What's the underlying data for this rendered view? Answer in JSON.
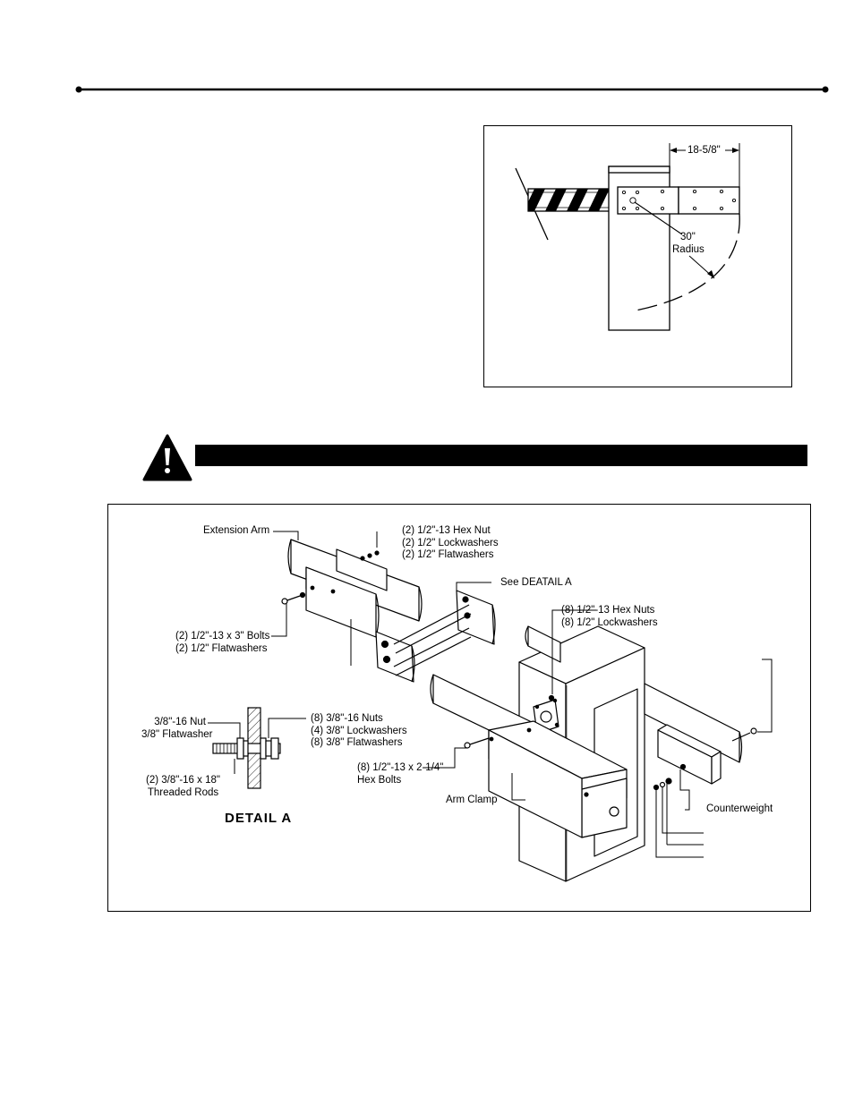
{
  "top_diagram": {
    "dimension_label": "18-5/8\"",
    "radius_value": "30\"",
    "radius_word": "Radius"
  },
  "warning": {
    "icon": "warning-triangle-icon",
    "bar_text": ""
  },
  "assembly": {
    "extension_arm": "Extension Arm",
    "hex_nut_group": [
      "(2) 1/2\"-13 Hex Nut",
      "(2) 1/2\" Lockwashers",
      "(2) 1/2\" Flatwashers"
    ],
    "see_detail": "See DEATAIL A",
    "hex_nuts_8": [
      "(8) 1/2\"-13 Hex Nuts",
      "(8) 1/2\" Lockwashers"
    ],
    "bolts_group": [
      "(2) 1/2\"-13 x 3\" Bolts",
      "(2) 1/2\" Flatwashers"
    ],
    "nut_flatwasher": [
      "3/8\"-16 Nut",
      "3/8\" Flatwasher"
    ],
    "nuts_group_38": [
      "(8) 3/8\"-16 Nuts",
      "(4) 3/8\" Lockwashers",
      "(8) 3/8\" Flatwashers"
    ],
    "threaded_rods": [
      "(2) 3/8\"-16 x 18\"",
      "Threaded Rods"
    ],
    "hex_bolts": [
      "(8) 1/2\"-13 x 2-1/4\"",
      "Hex Bolts"
    ],
    "arm_clamp": "Arm Clamp",
    "counterweight": "Counterweight",
    "detail_title": "DETAIL  A"
  }
}
